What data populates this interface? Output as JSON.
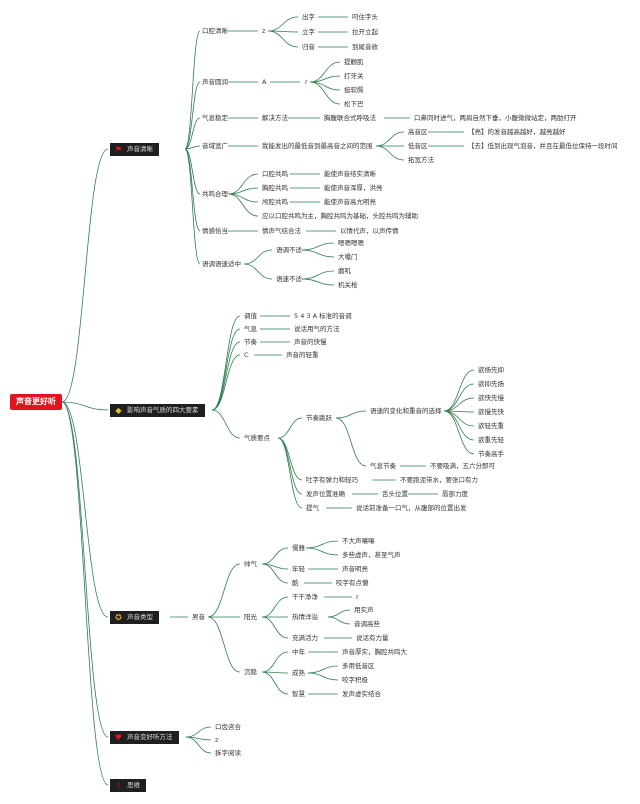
{
  "root": "声音更好听",
  "b1": {
    "title": "声音清晰",
    "n1": "口腔清晰",
    "n1_x": "z",
    "n1a": "出字",
    "n1a_v": "叼住字头",
    "n1b": "立字",
    "n1b_v": "拉开立起",
    "n1c": "归音",
    "n1c_v": "到尾音收",
    "n2": "声音圆润",
    "n2_x": "A",
    "n2_y": "r",
    "n2a": "提颧肌",
    "n2b": "打牙关",
    "n2c": "挺软腭",
    "n2d": "松下巴",
    "n3": "气息稳定",
    "n3_a": "解决方法",
    "n3_b": "胸腹联合式呼吸法",
    "n3_c": "口鼻同时进气，两肩自然下垂，小腹微微站定，两肋打开",
    "n4": "音域宽广",
    "n4_a": "我能发出的最低音到最高音之间的范围",
    "n4_h": "高音区",
    "n4_h_v": "【亮】的发音越高越好，越亮越好",
    "n4_l": "低音区",
    "n4_l_v": "【去】低到出现气泡音，并且在最低位保持一段时间",
    "n4_e": "拓宽方法",
    "n5": "共鸣合理",
    "n5a": "口腔共鸣",
    "n5a_v": "能使声音结实清晰",
    "n5b": "胸腔共鸣",
    "n5b_v": "能使声音浑厚，洪亮",
    "n5c": "颅腔共鸣",
    "n5c_v": "能使声音高亢明亮",
    "n5d": "应以口腔共鸣为主，胸腔共鸣为基础，头腔共鸣为辅助",
    "n6": "情感恰当",
    "n6_a": "情声气结合法",
    "n6_b": "以情代声，以声传情",
    "n7": "语调语速适中",
    "n7a": "语调不适",
    "n7a1": "嗯嗯嗯嗯",
    "n7a2": "大嗓门",
    "n7b": "语速不适",
    "n7b1": "磨叽",
    "n7b2": "机关枪"
  },
  "b2": {
    "title": "影响声音气质的四大要素",
    "n1": "调值",
    "n1_v": "5 4 3 A 标准的音调",
    "n2": "气息",
    "n2_v": "说话用气的方法",
    "n3": "节奏",
    "n3_v": "声音的快慢",
    "n4": "C",
    "n4_v": "声音的轻重",
    "n5": "气质要点",
    "n5a": "节奏跳跃",
    "n5a_v": "语速的变化和重音的选择",
    "r1": "欲扬先抑",
    "r2": "欲抑先扬",
    "r3": "欲快先慢",
    "r4": "欲慢先快",
    "r5": "欲轻先重",
    "r6": "欲重先轻",
    "r7": "节奏高手",
    "n5b": "气息节奏",
    "n5b_v": "不要吸满，五六分即可",
    "n5c": "吐字有弹力和轻巧",
    "n5c_v": "不要跑泥带水，要张口有力",
    "n5d": "发声位置准确",
    "n5d_v": "舌头位置",
    "n5d_w": "唇部力度",
    "n5e": "提气",
    "n5e_v": "说话前准备一口气，从腹部的位置出发"
  },
  "b3": {
    "title": "声音类型",
    "main": "男音",
    "a": "帅气",
    "a1": "儒雅",
    "a1x": "不大声嚷嚷",
    "a1y": "多些虚声，甚至气声",
    "a2": "年轻",
    "a2v": "声音明亮",
    "a3": "酷",
    "a3v": "咬字有点懒",
    "b": "阳光",
    "b1": "干干净净",
    "b1v": "r",
    "b2": "热情洋溢",
    "b2x": "用实声",
    "b2y": "音调高些",
    "b3": "充满活力",
    "b3v": "说话有力量",
    "c": "沉稳",
    "c1": "中年",
    "c1v": "声音厚实，胸腔共鸣大",
    "c2": "成熟",
    "c2x": "多用低音区",
    "c2y": "咬字积极",
    "c3": "智慧",
    "c3v": "发声虚实结合"
  },
  "b4": {
    "title": "声音变好听方法",
    "n1": "口齿咨合",
    "n2": "z",
    "n3": "拆字阅读"
  },
  "b5": {
    "title": "思维"
  },
  "colors": {
    "line": "#2e7d4f",
    "root": "#e0141e",
    "branch": "#1f1f1f"
  },
  "icons": [
    "flag-icon",
    "diamond-icon",
    "medal-icon",
    "heart-icon",
    "chart-icon"
  ]
}
